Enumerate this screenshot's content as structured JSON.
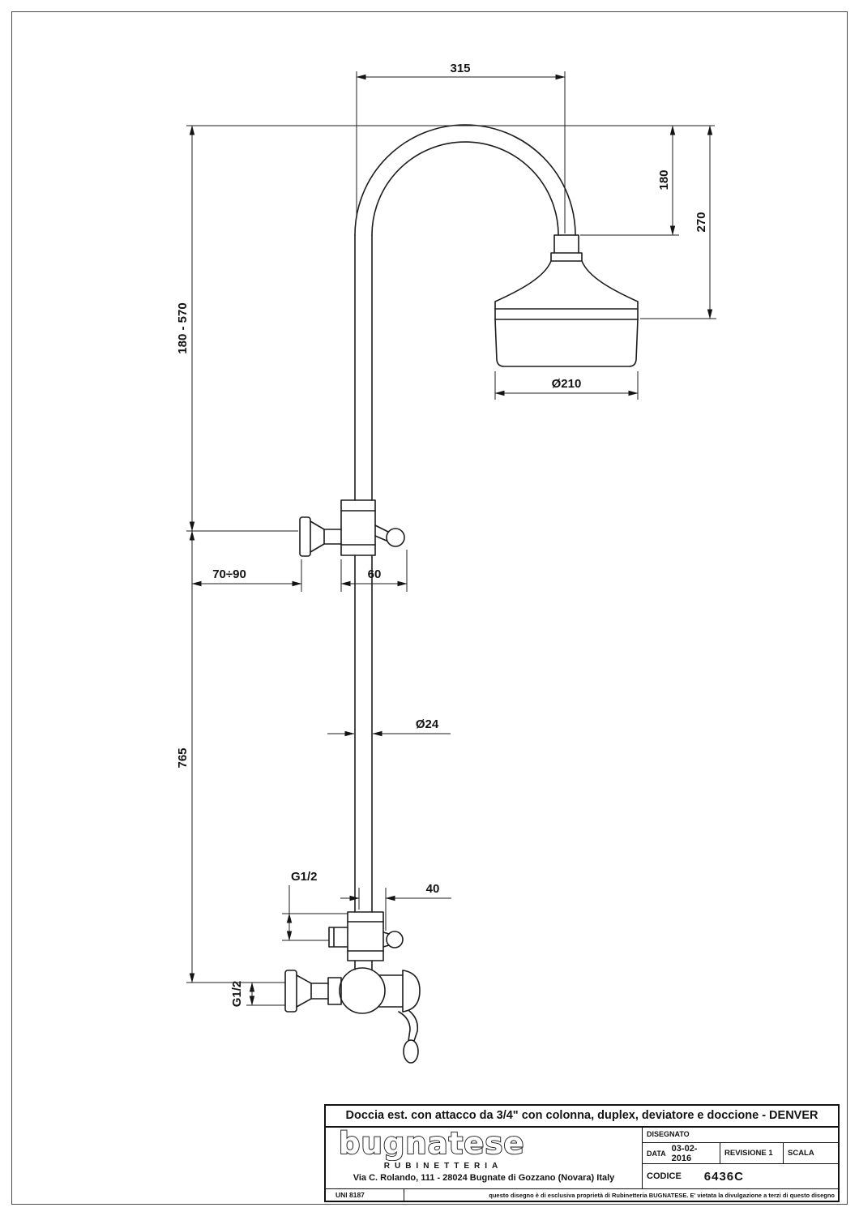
{
  "drawing": {
    "dimensions": {
      "arm_width": "315",
      "arm_drop": "180",
      "head_drop": "270",
      "upper_column": "180 - 570",
      "head_diameter": "Ø210",
      "wall_distance": "70÷90",
      "diverter_offset": "60",
      "pipe_diameter": "Ø24",
      "lower_column": "765",
      "upper_thread": "G1/2",
      "diverter_depth": "40",
      "lower_thread": "G1/2"
    }
  },
  "title_block": {
    "title": "Doccia est. con attacco da 3/4\" con colonna, duplex, deviatore e doccione - DENVER",
    "logo": "bugnatese",
    "logo_sub": "RUBINETTERIA",
    "address": "Via C. Rolando, 111 - 28024 Bugnate di Gozzano (Novara) Italy",
    "disegnato_label": "DISEGNATO",
    "data_label": "DATA",
    "data_value": "03-02-2016",
    "revisione_label": "REVISIONE 1",
    "scala_label": "SCALA",
    "codice_label": "CODICE",
    "codice_value": "6436C",
    "standard_ref": "UNI 8187",
    "copyright": "questo disegno è di esclusiva proprietà di Rubinetteria BUGNATESE. E' vietata la divulgazione a terzi di questo disegno"
  }
}
